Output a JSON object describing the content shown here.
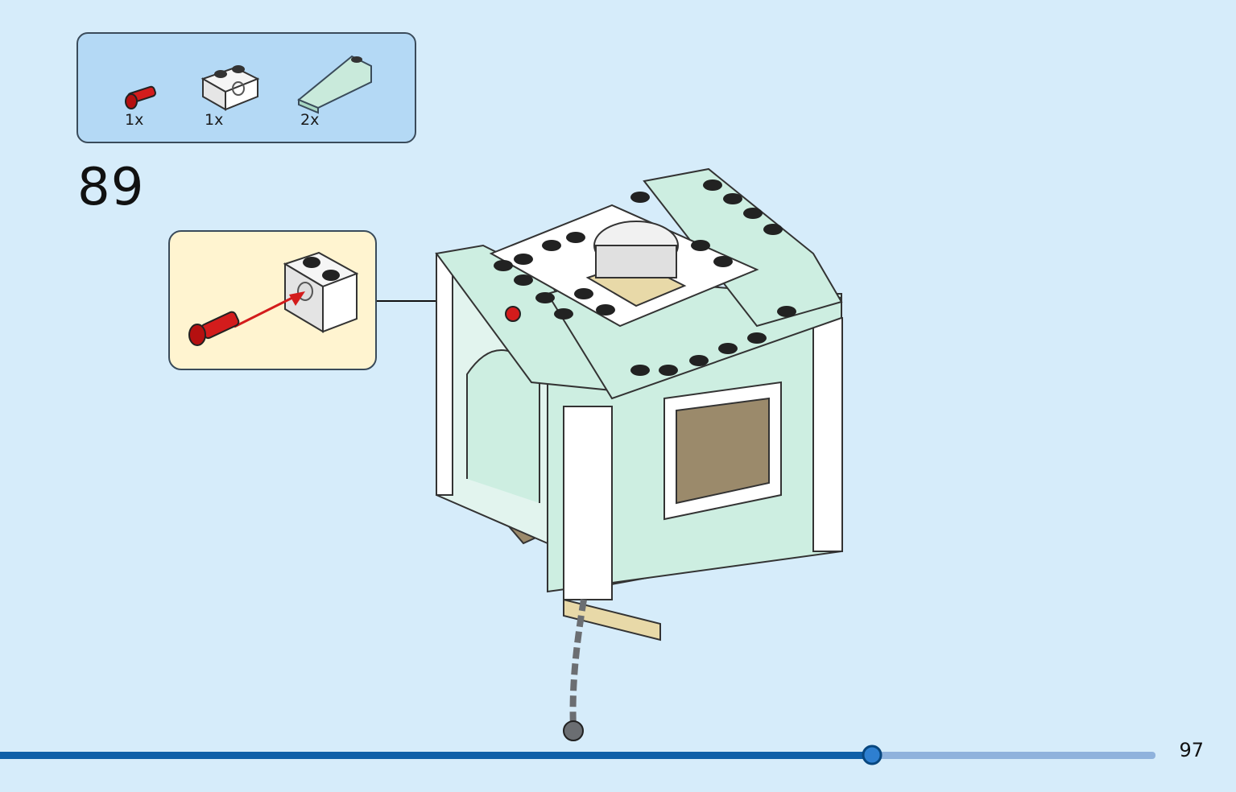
{
  "parts_list": [
    {
      "part": "red-axle-pin-icon",
      "qty": "1x"
    },
    {
      "part": "white-technic-brick-1x2-icon",
      "qty": "1x"
    },
    {
      "part": "sand-green-slope-icon",
      "qty": "2x"
    }
  ],
  "step": {
    "number": "89"
  },
  "page": {
    "number": "97",
    "progress": 0.76
  },
  "colors": {
    "background": "#d6ecfa",
    "parts_box": "#b4d9f5",
    "callout": "#fff4d0",
    "progress_fill": "#0f5fa8",
    "progress_track": "#8fb2dc",
    "pin": "#d31c1c"
  }
}
